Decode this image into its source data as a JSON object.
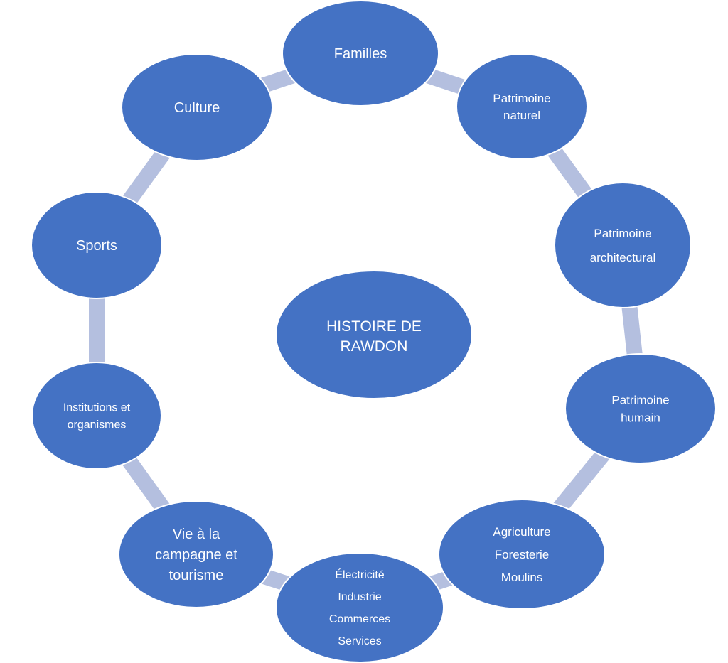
{
  "colors": {
    "node_fill": "#4472C4",
    "node_stroke": "#ffffff",
    "connector": "#B4BFDF",
    "text": "#ffffff",
    "background": "#ffffff"
  },
  "center": {
    "lines": [
      "HISTOIRE DE",
      "RAWDON"
    ]
  },
  "nodes": [
    {
      "id": "familles",
      "lines": [
        "Familles"
      ]
    },
    {
      "id": "patrimoine-naturel",
      "lines": [
        "Patrimoine",
        "naturel"
      ]
    },
    {
      "id": "patrimoine-architectural",
      "lines": [
        "Patrimoine",
        "architectural"
      ]
    },
    {
      "id": "patrimoine-humain",
      "lines": [
        "Patrimoine",
        "humain"
      ]
    },
    {
      "id": "agriculture",
      "lines": [
        "Agriculture",
        "Foresterie",
        "Moulins"
      ]
    },
    {
      "id": "electricite",
      "lines": [
        "Électricité",
        "Industrie",
        "Commerces",
        "Services"
      ]
    },
    {
      "id": "vie-campagne",
      "lines": [
        "Vie à la",
        "campagne et",
        "tourisme"
      ]
    },
    {
      "id": "institutions",
      "lines": [
        "Institutions et",
        "organismes"
      ]
    },
    {
      "id": "sports",
      "lines": [
        "Sports"
      ]
    },
    {
      "id": "culture",
      "lines": [
        "Culture"
      ]
    }
  ]
}
